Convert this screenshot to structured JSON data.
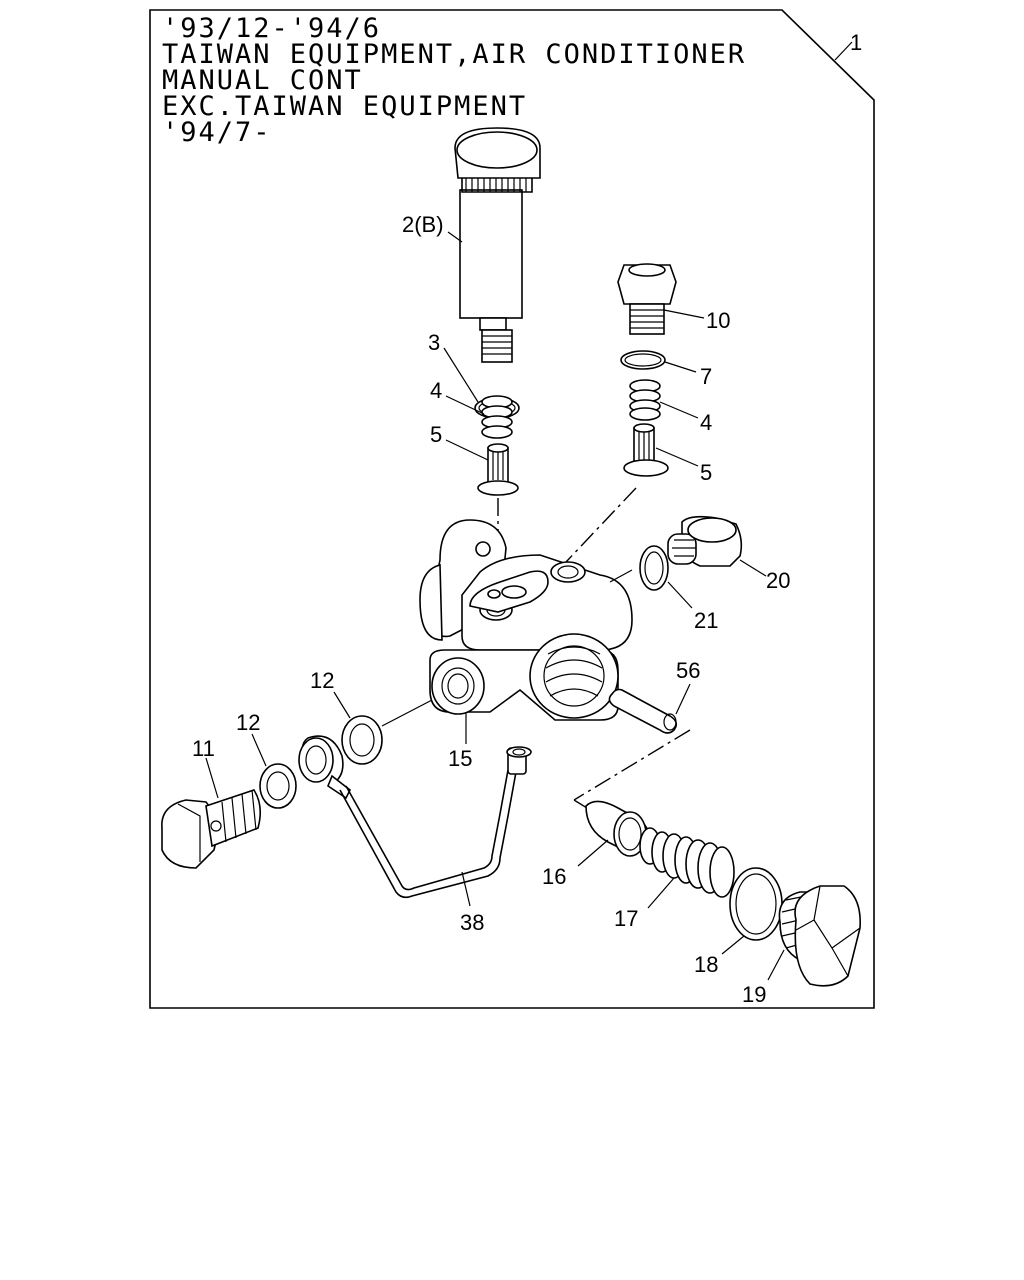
{
  "diagram": {
    "header_lines": [
      "'93/12-'94/6",
      "TAIWAN EQUIPMENT,AIR CONDITIONER",
      "MANUAL CONT",
      "EXC.TAIWAN EQUIPMENT",
      "'94/7-"
    ],
    "assembly_ref": "1",
    "callouts": {
      "c2b": "2(B)",
      "c3": "3",
      "c4a": "4",
      "c5a": "5",
      "c10": "10",
      "c7": "7",
      "c4b": "4",
      "c5b": "5",
      "c20": "20",
      "c21": "21",
      "c56": "56",
      "c12a": "12",
      "c12b": "12",
      "c11": "11",
      "c15": "15",
      "c38": "38",
      "c16": "16",
      "c17": "17",
      "c18": "18",
      "c19": "19"
    }
  }
}
